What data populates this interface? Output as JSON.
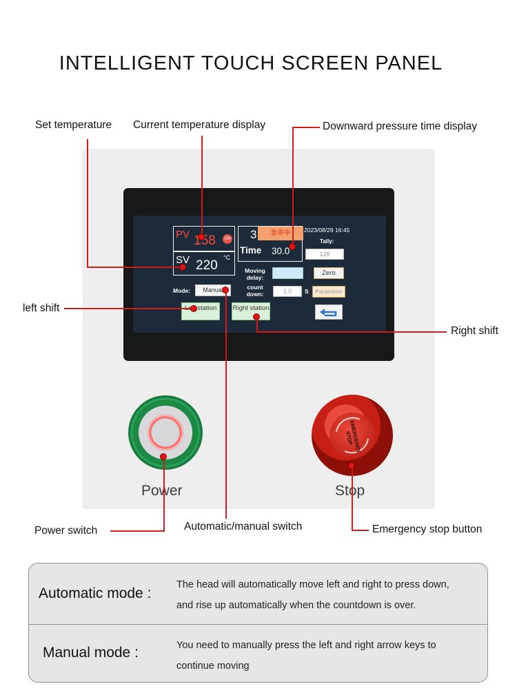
{
  "title": "INTELLIGENT TOUCH SCREEN PANEL",
  "callouts": {
    "set_temperature": "Set temperature",
    "current_temperature": "Current temperature display",
    "downward_pressure": "Downward pressure time display",
    "left_shift": "left shift",
    "right_shift": "Right shift",
    "power_switch": "Power switch",
    "auto_manual_switch": "Automatic/manual switch",
    "emergency_stop": "Emergency stop button"
  },
  "screen": {
    "pv_label": "PV",
    "pv_value": "158",
    "pv_unit_badge": "ON",
    "sv_label": "SV",
    "sv_value": "220",
    "sv_unit": "°C",
    "counter_digit": "3",
    "status_tag": "急停中",
    "datetime": "2023/08/29 16:45",
    "time_label": "Time",
    "time_value": "30.0",
    "tally_label": "Tally:",
    "tally_value": "128",
    "moving_delay_label": "Moving delay:",
    "count_down_label": "count down:",
    "count_down_value": "1.0",
    "count_down_unit": "S",
    "zero_button": "Zero",
    "parameter_button": "Parameter",
    "mode_label": "Mode:",
    "mode_value": "Manual",
    "left_station_button": "Left station",
    "right_station_button": "Right station",
    "back_icon": "back-arrow-icon"
  },
  "buttons": {
    "power_label": "Power",
    "stop_label": "Stop",
    "stop_cap_text": "EMERGENCY STOP"
  },
  "modes": [
    {
      "label": "Automatic mode :",
      "line1": "The head will automatically move left and right to press down,",
      "line2": "and rise up automatically when the countdown is over."
    },
    {
      "label": "Manual mode :",
      "line1": "You need to manually press the left and right arrow keys to",
      "line2": "continue moving"
    }
  ],
  "colors": {
    "annotation_red": "#d61a1a",
    "screen_bg": "#1d2a3a",
    "pv_red": "#ff4a3a",
    "power_green": "#1c8a44",
    "stop_red": "#c71f14"
  }
}
